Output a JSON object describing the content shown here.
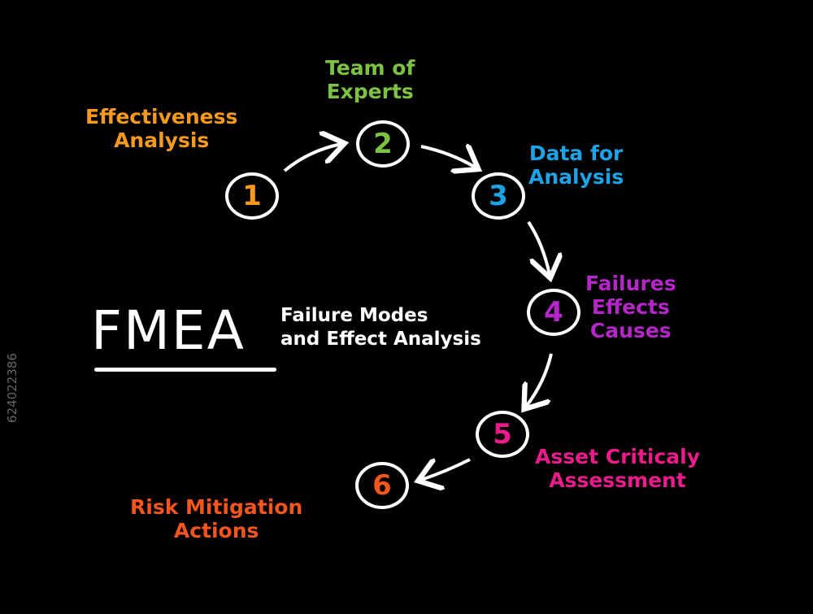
{
  "diagram": {
    "title": "FMEA",
    "subtitle_line1": "Failure Modes",
    "subtitle_line2": "and Effect Analysis",
    "steps": [
      {
        "number": "1",
        "label": "Effectiveness\nAnalysis",
        "color": "#f59a1e"
      },
      {
        "number": "2",
        "label": "Team of\nExperts",
        "color": "#7dc242"
      },
      {
        "number": "3",
        "label": "Data for\nAnalysis",
        "color": "#1ea3e6"
      },
      {
        "number": "4",
        "label": "Failures\nEffects\nCauses",
        "color": "#b526c9"
      },
      {
        "number": "5",
        "label": "Asset Criticaly\nAssessment",
        "color": "#ec1b8c"
      },
      {
        "number": "6",
        "label": "Risk Mitigation\nActions",
        "color": "#f2551e"
      }
    ]
  },
  "watermark": "624022386"
}
